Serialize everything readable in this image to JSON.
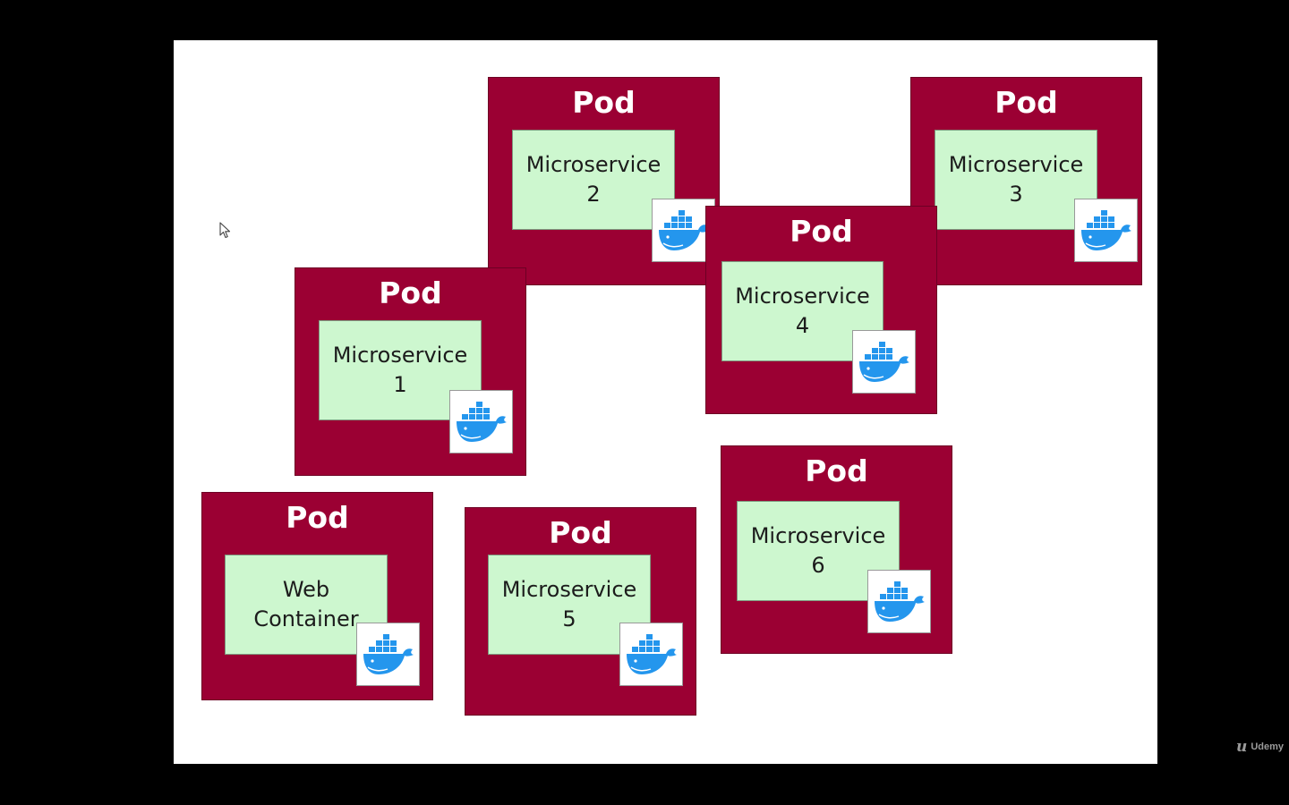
{
  "diagram": {
    "pods": [
      {
        "id": "pod-ms2",
        "title": "Pod",
        "service_line1": "Microservice",
        "service_line2": "2",
        "icon": "docker-whale-icon"
      },
      {
        "id": "pod-ms3",
        "title": "Pod",
        "service_line1": "Microservice",
        "service_line2": "3",
        "icon": "docker-whale-icon"
      },
      {
        "id": "pod-ms4",
        "title": "Pod",
        "service_line1": "Microservice",
        "service_line2": "4",
        "icon": "docker-whale-icon"
      },
      {
        "id": "pod-ms1",
        "title": "Pod",
        "service_line1": "Microservice",
        "service_line2": "1",
        "icon": "docker-whale-icon"
      },
      {
        "id": "pod-ms6",
        "title": "Pod",
        "service_line1": "Microservice",
        "service_line2": "6",
        "icon": "docker-whale-icon"
      },
      {
        "id": "pod-web",
        "title": "Pod",
        "service_line1": "Web",
        "service_line2": "Container",
        "icon": "docker-whale-icon"
      },
      {
        "id": "pod-ms5",
        "title": "Pod",
        "service_line1": "Microservice",
        "service_line2": "5",
        "icon": "docker-whale-icon"
      }
    ]
  },
  "watermark": {
    "text": "Udemy",
    "icon": "udemy-logo-icon"
  },
  "colors": {
    "pod": "#9b0033",
    "service": "#cdf7cf",
    "docker_blue": "#2496ed",
    "background": "#000000",
    "slide": "#ffffff"
  }
}
